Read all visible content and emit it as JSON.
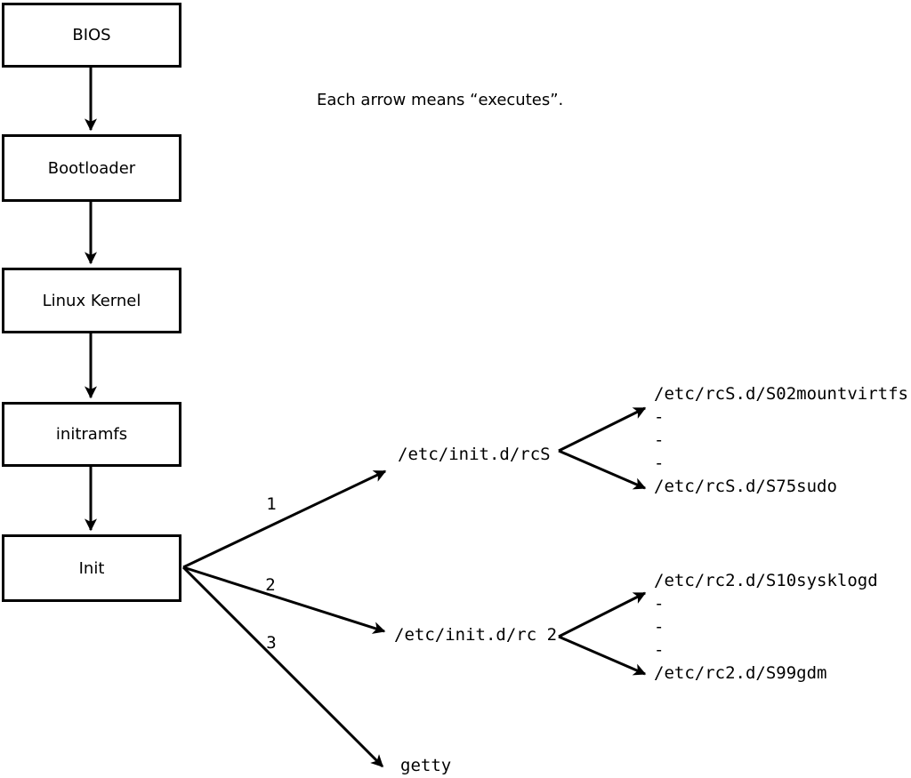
{
  "caption": "Each arrow means “executes”.",
  "chain": {
    "boxes": [
      {
        "label": "BIOS"
      },
      {
        "label": "Bootloader"
      },
      {
        "label": "Linux Kernel"
      },
      {
        "label": "initramfs"
      },
      {
        "label": "Init"
      }
    ]
  },
  "init_branches": [
    {
      "number": "1",
      "target": "/etc/init.d/rcS"
    },
    {
      "number": "2",
      "target": "/etc/init.d/rc 2"
    },
    {
      "number": "3",
      "target": "getty"
    }
  ],
  "rcs_scripts": [
    "/etc/rcS.d/S02mountvirtfs",
    "-",
    "-",
    "-",
    "/etc/rcS.d/S75sudo"
  ],
  "rc2_scripts": [
    "/etc/rc2.d/S10sysklogd",
    "-",
    "-",
    "-",
    "/etc/rc2.d/S99gdm"
  ],
  "colors": {
    "line": "#000000",
    "background": "#ffffff"
  }
}
